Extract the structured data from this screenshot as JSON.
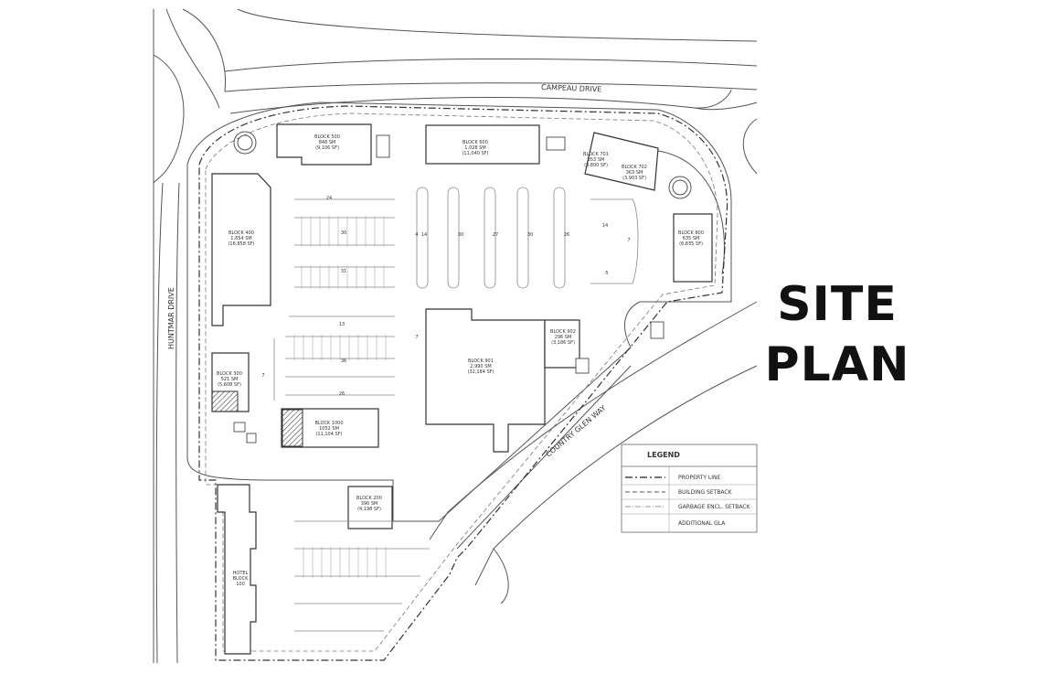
{
  "title": {
    "line1": "SITE",
    "line2": "PLAN"
  },
  "roads": {
    "campeau": "CAMPEAU DRIVE",
    "huntmar": "HUNTMAR DRIVE",
    "country_glen": "COUNTRY GLEN WAY"
  },
  "legend": {
    "heading": "LEGEND",
    "items": [
      {
        "label": "PROPERTY LINE"
      },
      {
        "label": "BUILDING SETBACK"
      },
      {
        "label": "GARBAGE ENCL. SETBACK"
      },
      {
        "label": "ADDITIONAL GLA"
      }
    ]
  },
  "blocks": {
    "b500": [
      "BLOCK 500",
      "848 SM",
      "(9,106 SF)"
    ],
    "b600": [
      "BLOCK 600",
      "1,028 SM",
      "(11,040 SF)"
    ],
    "b701": [
      "BLOCK 701",
      "353 SM",
      "(3,800 SF)"
    ],
    "b702": [
      "BLOCK 702",
      "363 SM",
      "(3,903 SF)"
    ],
    "b800": [
      "BLOCK 800",
      "635 SM",
      "(6,835 SF)"
    ],
    "b400": [
      "BLOCK 400",
      "1,654 SM",
      "(16,858 SF)"
    ],
    "b300": [
      "BLOCK 300",
      "521 SM",
      "(5,608 SF)"
    ],
    "b1000": [
      "BLOCK 1000",
      "1052 SM",
      "(11,104 SF)"
    ],
    "b901": [
      "BLOCK 901",
      "2,990 SM",
      "(32,184 SF)"
    ],
    "b902": [
      "BLOCK 902",
      "296 SM",
      "(3,186 SF)"
    ],
    "b200": [
      "BLOCK 200",
      "390 SM",
      "(4,198 SF)"
    ],
    "hotel": [
      "HOTEL",
      "BLOCK",
      "100"
    ]
  },
  "stall_counts": [
    "24",
    "30",
    "31",
    "14",
    "30",
    "27",
    "30",
    "26",
    "14",
    "7",
    "5",
    "13",
    "36",
    "26",
    "7",
    "7",
    "4"
  ]
}
